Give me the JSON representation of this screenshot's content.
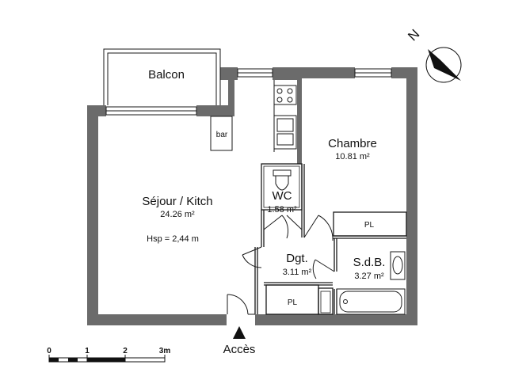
{
  "rooms": {
    "balcon": {
      "name": "Balcon"
    },
    "sejour": {
      "name": "Séjour / Kitch",
      "area_value": "24.26",
      "area_unit": "m²",
      "height": "Hsp = 2,44 m"
    },
    "chambre": {
      "name": "Chambre",
      "area_value": "10.81",
      "area_unit": "m²"
    },
    "wc": {
      "name": "WC",
      "area_value": "1.58",
      "area_unit": "m²"
    },
    "dgt": {
      "name": "Dgt.",
      "area_value": "3.11",
      "area_unit": "m²"
    },
    "sdb": {
      "name": "S.d.B.",
      "area_value": "3.27",
      "area_unit": "m²"
    }
  },
  "fixtures": {
    "bar": "bar",
    "pl_chambre": "PL",
    "pl_dgt": "PL"
  },
  "entrance": {
    "label": "Accès"
  },
  "compass": {
    "label": "N"
  },
  "scale": {
    "ticks": [
      "0",
      "1",
      "2",
      "3m"
    ]
  },
  "colors": {
    "wall": "#6b6b6b",
    "line": "#1a1a1a"
  }
}
